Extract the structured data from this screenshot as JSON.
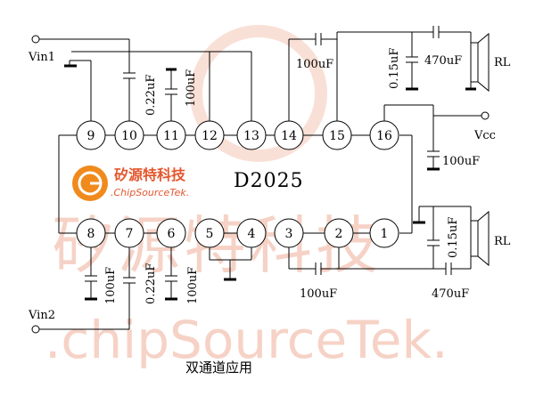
{
  "watermark": {
    "chinese": "矽源特科技",
    "url": ".chipSourceTek."
  },
  "logo": {
    "chinese": "矽源特科技",
    "english": ".ChipSourceTek."
  },
  "chip": {
    "name": "D2025"
  },
  "pins": {
    "top": [
      "9",
      "10",
      "11",
      "12",
      "13",
      "14",
      "15",
      "16"
    ],
    "bottom": [
      "8",
      "7",
      "6",
      "5",
      "4",
      "3",
      "2",
      "1"
    ]
  },
  "labels": {
    "vin1": "Vin1",
    "vin2": "Vin2",
    "vcc": "Vcc",
    "rl_top": "RL",
    "rl_bottom": "RL"
  },
  "components": {
    "c_top_10": "0.22uF",
    "c_top_11": "100uF",
    "c_top_14": "100uF",
    "c_top_015": "0.15uF",
    "c_top_470": "470uF",
    "c_vcc": "100uF",
    "c_bot_8": "100uF",
    "c_bot_7": "0.22uF",
    "c_bot_6": "100uF",
    "c_bot_3": "100uF",
    "c_bot_015": "0.15uF",
    "c_bot_470": "470uF"
  },
  "caption": "双通道应用"
}
